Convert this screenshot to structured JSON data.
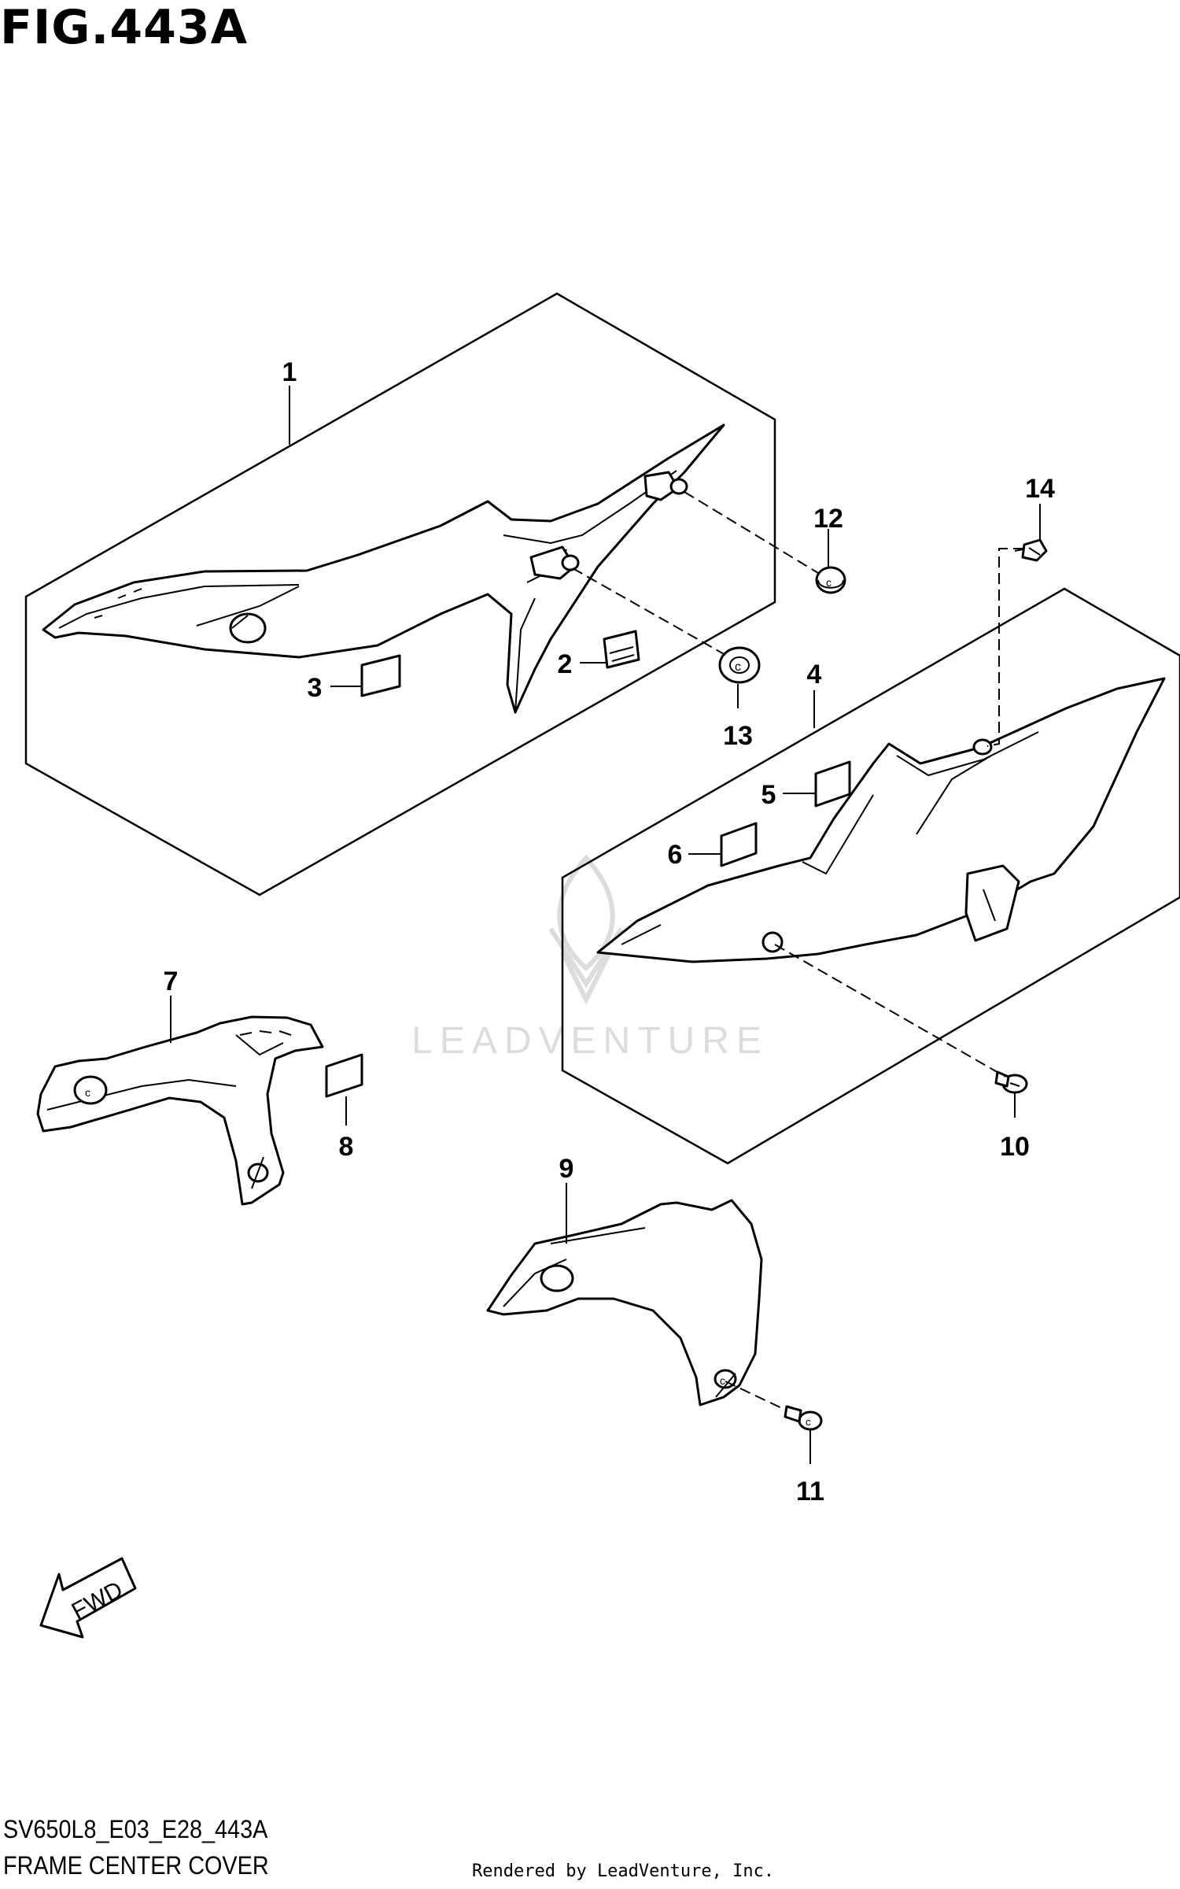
{
  "figure": {
    "title": "FIG.443A",
    "code": "SV650L8_E03_E28_443A",
    "caption": "FRAME CENTER COVER",
    "rendered_by": "Rendered by LeadVenture, Inc.",
    "watermark": "LEADVENTURE",
    "fwd_label": "FWD"
  },
  "callouts": [
    "1",
    "2",
    "3",
    "4",
    "5",
    "6",
    "7",
    "8",
    "9",
    "10",
    "11",
    "12",
    "13",
    "14"
  ]
}
